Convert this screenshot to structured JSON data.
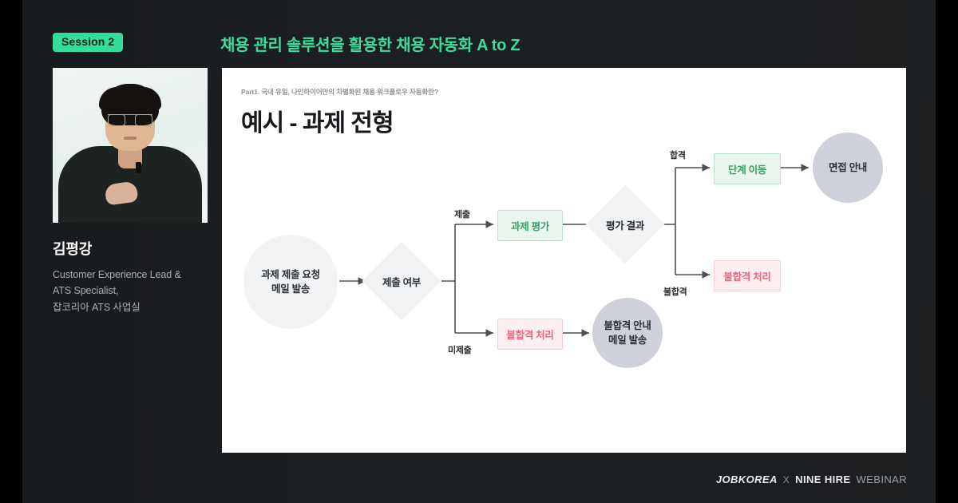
{
  "badge": {
    "label": "Session 2"
  },
  "header": {
    "title": "채용 관리 솔루션을 활용한 채용 자동화 A to Z"
  },
  "speaker": {
    "name": "김평강",
    "role_line1": "Customer Experience Lead &",
    "role_line2": "ATS Specialist,",
    "role_line3": "잡코리아 ATS 사업실"
  },
  "slide": {
    "eyebrow": "Part1.  국내 유일, 나인하이어만의 차별화된 채용 워크플로우 자동화란?",
    "heading": "예시 - 과제 전형"
  },
  "flow": {
    "nodes": {
      "start": "과제 제출 요청\n메일 발송",
      "start_l1": "과제 제출 요청",
      "start_l2": "메일 발송",
      "decision_submit": "제출 여부",
      "task_eval": "과제 평가",
      "decision_result": "평가 결과",
      "stage_move": "단계 이동",
      "interview_notice": "면접 안내",
      "fail_process_top": "불합격 처리",
      "fail_process_bottom": "불합격 처리",
      "fail_mail_l1": "불합격 안내",
      "fail_mail_l2": "메일 발송"
    },
    "labels": {
      "submitted": "제출",
      "not_submitted": "미제출",
      "pass": "합격",
      "fail": "불합격"
    }
  },
  "footer": {
    "jobkorea": "JOBKOREA",
    "x": "X",
    "ninehire": "NINE HIRE",
    "webinar": "WEBINAR"
  },
  "colors": {
    "accent_green": "#3ddc9a",
    "badge_bg": "#35dd9a",
    "box_green_text": "#3a9e68",
    "box_green_bg": "#e9f5ed",
    "box_pink_text": "#e8697d",
    "box_pink_bg": "#fdeef0",
    "circle_gray": "#cfd1da",
    "backdrop": "#1b1e20"
  }
}
